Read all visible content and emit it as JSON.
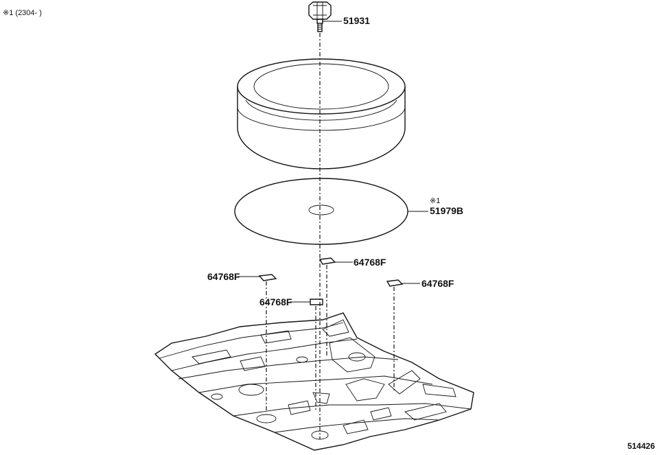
{
  "note": {
    "mark": "※1",
    "text": "(2304-       )"
  },
  "parts": {
    "bolt": {
      "number": "51931"
    },
    "spacer": {
      "number": "51979B",
      "mark": "※1"
    },
    "pads": [
      {
        "number": "64768F"
      },
      {
        "number": "64768F"
      },
      {
        "number": "64768F"
      },
      {
        "number": "64768F"
      }
    ]
  },
  "illustration_code": "514426",
  "icons": [
    "bolt-icon",
    "spare-tire-icon",
    "spacer-disc-icon",
    "floor-panel-icon",
    "pad-icon"
  ]
}
